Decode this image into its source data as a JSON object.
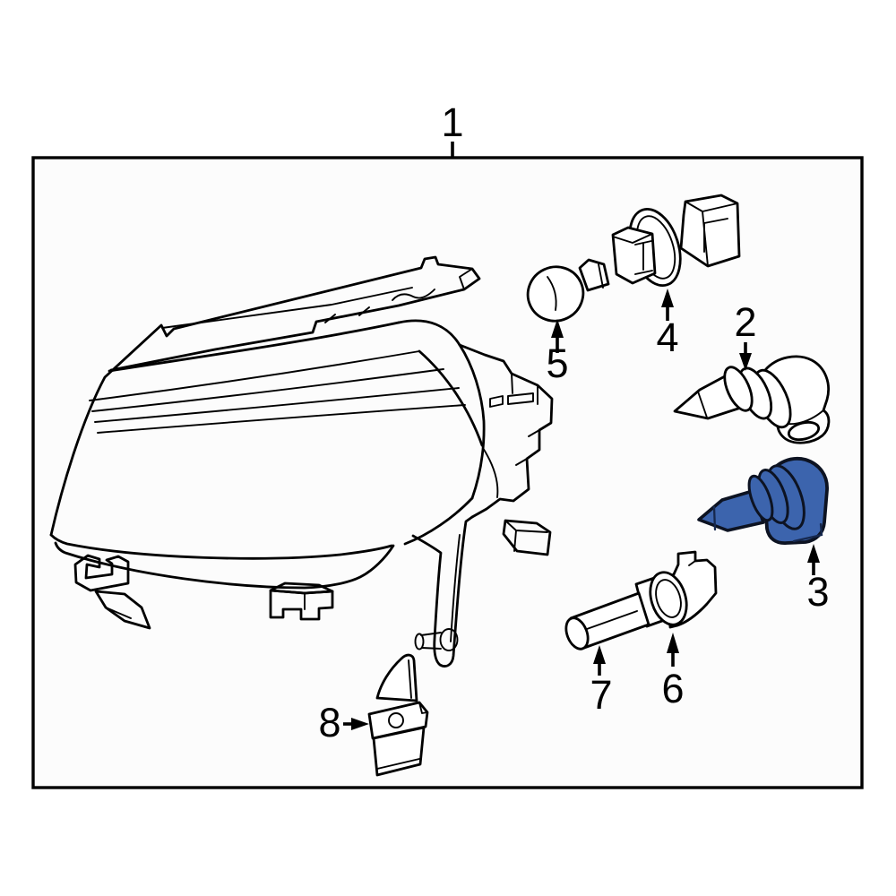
{
  "diagram": {
    "description": "Headlamp assembly exploded parts diagram",
    "background_color": "#fcfcfc",
    "line_color": "#000000",
    "highlight_color": "#3c64ad",
    "highlight_outline_color": "#0d1322",
    "highlight_innerline_color": "#16284e",
    "callouts": {
      "c1": "1",
      "c2": "2",
      "c3": "3",
      "c4": "4",
      "c5": "5",
      "c6": "6",
      "c7": "7",
      "c8": "8"
    }
  }
}
